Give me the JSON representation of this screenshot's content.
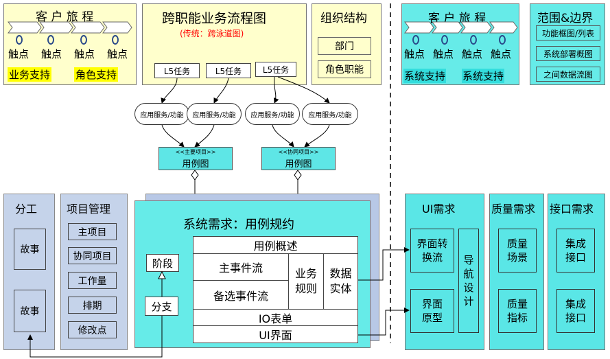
{
  "journey_left": {
    "title": "客 户 旅 程",
    "touchpoints": [
      "触点",
      "触点",
      "触点",
      "触点"
    ],
    "support": [
      "业务支持",
      "角色支持"
    ]
  },
  "cross_function": {
    "title": "跨职能业务流程图",
    "subtitle": "(传统：跨泳道图)",
    "tasks": [
      "L5任务",
      "L5任务",
      "L5任务"
    ]
  },
  "org": {
    "title": "组织结构",
    "items": [
      "部门",
      "角色职能"
    ]
  },
  "journey_right": {
    "title": "客 户 旅 程",
    "touchpoints": [
      "触点",
      "触点",
      "触点",
      "触点"
    ],
    "support": [
      "系统支持",
      "系统支持"
    ]
  },
  "scope": {
    "title": "范围&边界",
    "items": [
      "功能框图/列表",
      "系统部署概图",
      "之间数据流图"
    ]
  },
  "services": [
    "应用服务/功能",
    "应用服务/功能",
    "应用服务/功能",
    "应用服务/功能"
  ],
  "usecase_main": {
    "stereotype": "<<主要项目>>",
    "label": "用例图"
  },
  "usecase_coop": {
    "stereotype": "<<协同项目>>",
    "label": "用例图"
  },
  "division": {
    "title": "分工",
    "items": [
      "故事",
      "故事"
    ]
  },
  "pm": {
    "title": "项目管理",
    "items": [
      "主项目",
      "协同项目",
      "工作量",
      "排期",
      "修改点"
    ]
  },
  "spec": {
    "title": "系统需求：用例规约",
    "stage": "阶段",
    "branch": "分支",
    "overview": "用例概述",
    "main_flow": "主事件流",
    "alt_flow": "备选事件流",
    "rules": "业务规则",
    "entity": "数据实体",
    "io": "IO表单",
    "ui": "UI界面"
  },
  "ui_req": {
    "title": "UI需求",
    "items": [
      "界面转换流",
      "界面原型"
    ],
    "nav": "导航设计"
  },
  "quality": {
    "title": "质量需求",
    "items": [
      "质量场景",
      "质量指标"
    ]
  },
  "iface": {
    "title": "接口需求",
    "items": [
      "集成接口",
      "集成接口"
    ]
  },
  "colors": {
    "yellow_panel": "#ffffcc",
    "cyan_panel": "#5fe8e8",
    "blue_panel": "#c5d3ea",
    "highlight_yellow": "#ffff00",
    "subtitle_red": "#ff0000"
  }
}
